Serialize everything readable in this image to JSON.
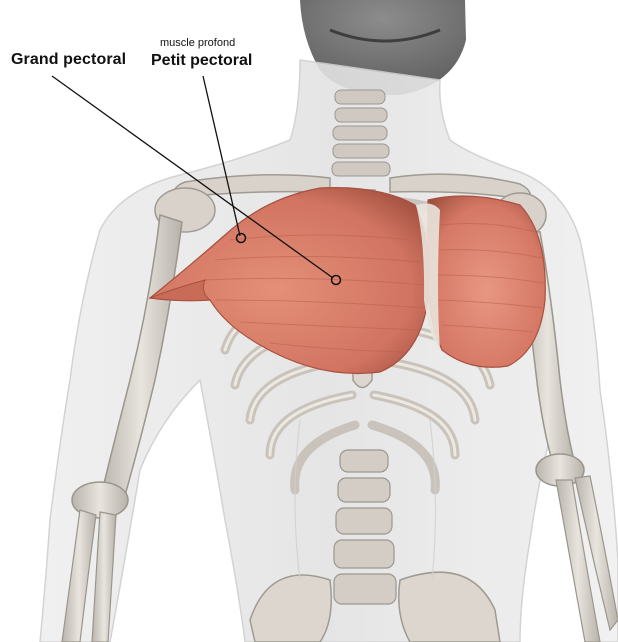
{
  "labels": {
    "grand_pectoral": "Grand pectoral",
    "muscle_profond": "muscle profond",
    "petit_pectoral": "Petit pectoral"
  },
  "colors": {
    "background": "#ffffff",
    "muscle": "#d77b66",
    "muscle_dark": "#b65a48",
    "bone": "#d9d4cd",
    "skin": "#e7e7e7",
    "label_text": "#111111"
  },
  "icons": {
    "grand_marker": "circle-marker-icon",
    "petit_marker": "circle-marker-icon"
  }
}
